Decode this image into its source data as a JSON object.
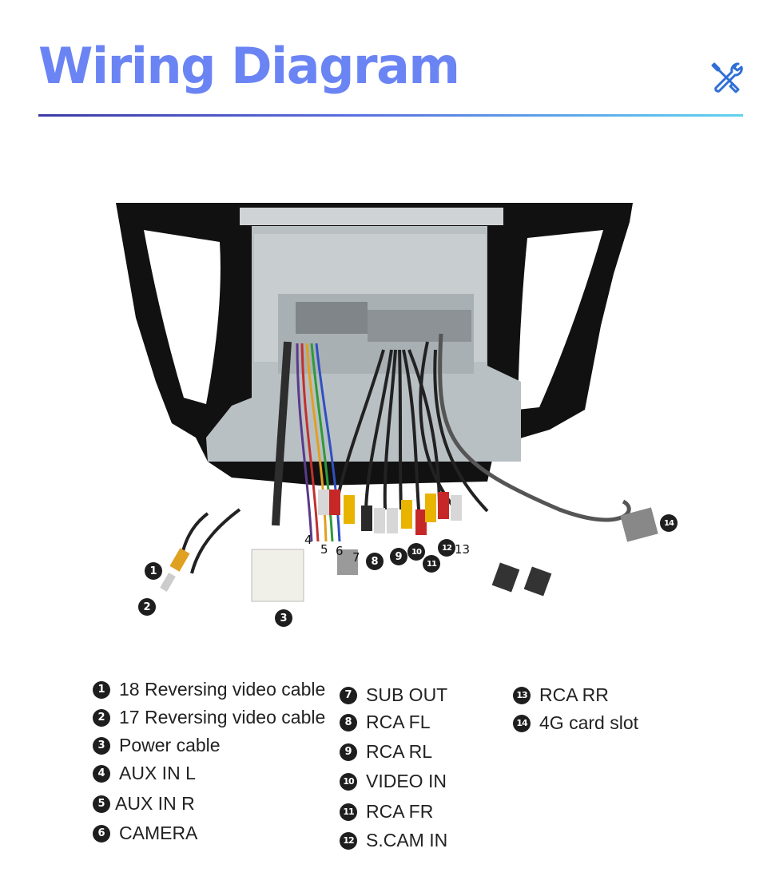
{
  "header": {
    "title": "Wiring Diagram"
  },
  "legend": [
    {
      "num": "1",
      "label": "18 Reversing video cable"
    },
    {
      "num": "2",
      "label": "17 Reversing video cable"
    },
    {
      "num": "3",
      "label": "Power cable"
    },
    {
      "num": "4",
      "label": "AUX IN L"
    },
    {
      "num": "5",
      "label": "AUX IN R"
    },
    {
      "num": "6",
      "label": "CAMERA"
    },
    {
      "num": "7",
      "label": "SUB OUT"
    },
    {
      "num": "8",
      "label": "RCA FL"
    },
    {
      "num": "9",
      "label": "RCA RL"
    },
    {
      "num": "10",
      "label": "VIDEO IN"
    },
    {
      "num": "11",
      "label": "RCA FR"
    },
    {
      "num": "12",
      "label": "S.CAM IN"
    },
    {
      "num": "13",
      "label": "RCA RR"
    },
    {
      "num": "14",
      "label": "4G card slot"
    }
  ],
  "colors": {
    "title": "#6b84f4",
    "rule_start": "#3c3aa6",
    "rule_end": "#5fd3f0",
    "icon": "#2f6fd6",
    "badge": "#1e1e1e"
  },
  "icons": {
    "header": "tools-icon"
  }
}
